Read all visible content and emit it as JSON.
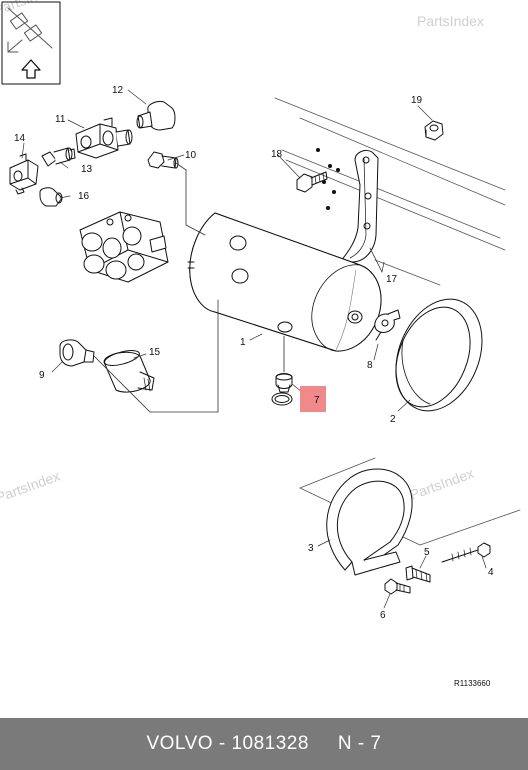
{
  "watermark": "PartsIndex",
  "reference_code": "R1133660",
  "highlight_color": "#f08a8a",
  "callouts": {
    "c1": "1",
    "c2": "2",
    "c3": "3",
    "c4": "4",
    "c5": "5",
    "c6": "6",
    "c7": "7",
    "c8": "8",
    "c9": "9",
    "c10": "10",
    "c11": "11",
    "c12": "12",
    "c13": "13",
    "c14": "14",
    "c15": "15",
    "c16": "16",
    "c17": "17",
    "c18": "18",
    "c19": "19"
  },
  "footer": {
    "brand": "VOLVO",
    "part_number": "1081328",
    "position": "N - 7"
  }
}
